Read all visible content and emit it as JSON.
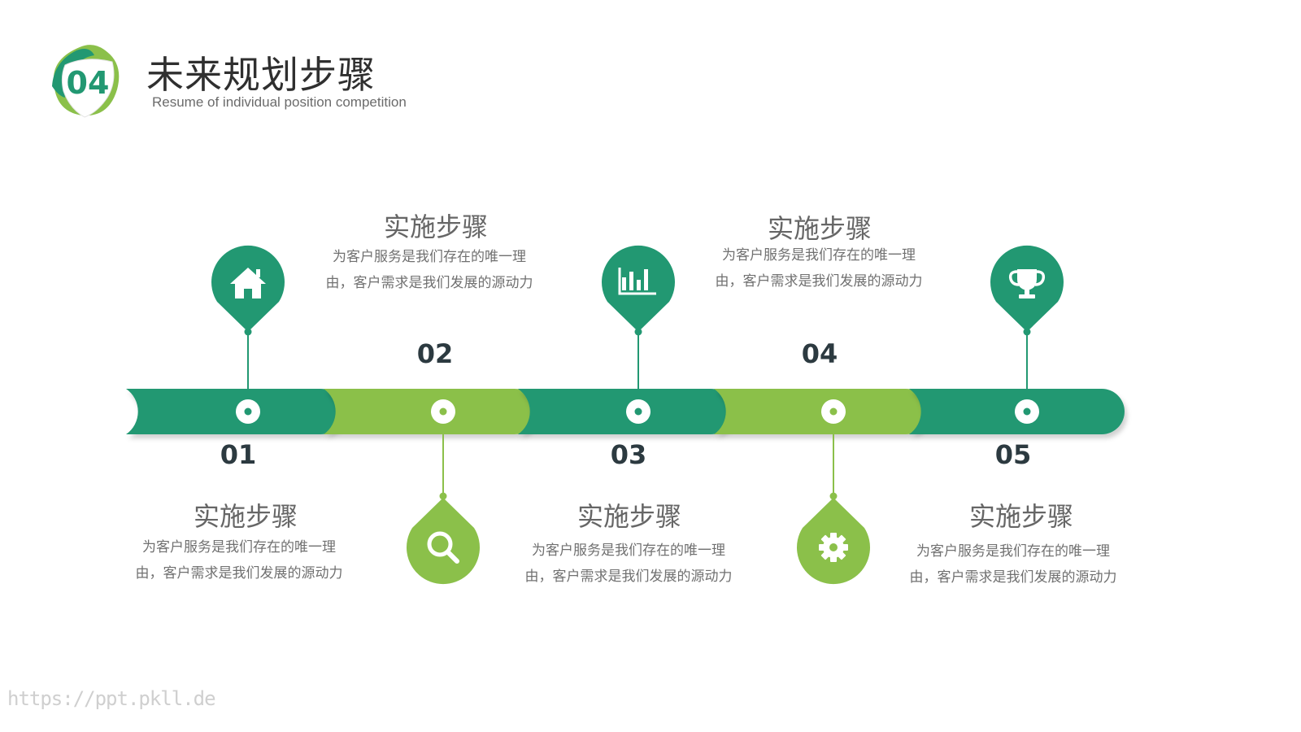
{
  "header": {
    "badge_number": "04",
    "title": "未来规划步骤",
    "subtitle": "Resume of individual position competition"
  },
  "colors": {
    "dark_green": "#229872",
    "light_green": "#8BC04A",
    "text_gray": "#666666"
  },
  "steps": [
    {
      "number": "01",
      "title": "实施步骤",
      "description": "为客户服务是我们存在的唯一理由，客户需求是我们发展的源动力",
      "icon": "home-icon"
    },
    {
      "number": "02",
      "title": "实施步骤",
      "description": "为客户服务是我们存在的唯一理由，客户需求是我们发展的源动力",
      "icon": "search-icon"
    },
    {
      "number": "03",
      "title": "实施步骤",
      "description": "为客户服务是我们存在的唯一理由，客户需求是我们发展的源动力",
      "icon": "bar-chart-icon"
    },
    {
      "number": "04",
      "title": "实施步骤",
      "description": "为客户服务是我们存在的唯一理由，客户需求是我们发展的源动力",
      "icon": "gear-icon"
    },
    {
      "number": "05",
      "title": "实施步骤",
      "description": "为客户服务是我们存在的唯一理由，客户需求是我们发展的源动力",
      "icon": "trophy-icon"
    }
  ],
  "watermark": "https://ppt.pkll.de"
}
